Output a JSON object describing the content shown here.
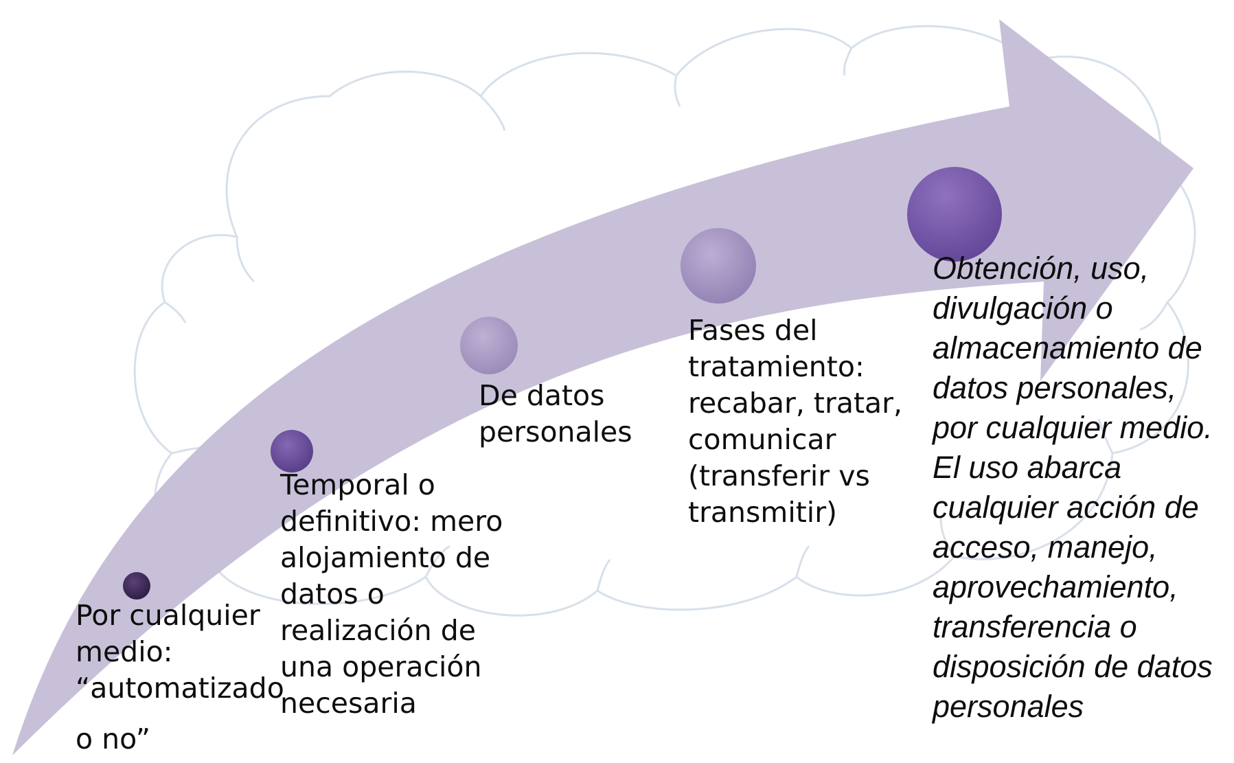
{
  "steps": [
    {
      "label": "Por cualquier\nmedio:\n“automatizado",
      "tail": "o no”",
      "color": "#3f2a59"
    },
    {
      "label": "Temporal o\ndefinitivo: mero\nalojamiento de\ndatos o\nrealización de\nuna operación\nnecesaria",
      "color": "#6a4d99"
    },
    {
      "label": "De datos\npersonales",
      "color": "#a99bc4"
    },
    {
      "label": "Fases del\ntratamiento:\nrecabar, tratar,\ncomunicar\n(transferir vs\ntransmitir)",
      "color": "#a899c2"
    },
    {
      "label": "Obtención, uso,\ndivulgación o\nalmacenamiento de\ndatos personales,\npor cualquier medio.\nEl uso abarca\ncualquier acción de\nacceso, manejo,\naprovechamiento,\ntransferencia o\ndisposición de datos\npersonales",
      "color": "#7a5ea8"
    }
  ],
  "colors": {
    "arrow": "#c5bdd6",
    "cloud_outline": "#d7e0ea",
    "text": "#0d0d0d"
  }
}
